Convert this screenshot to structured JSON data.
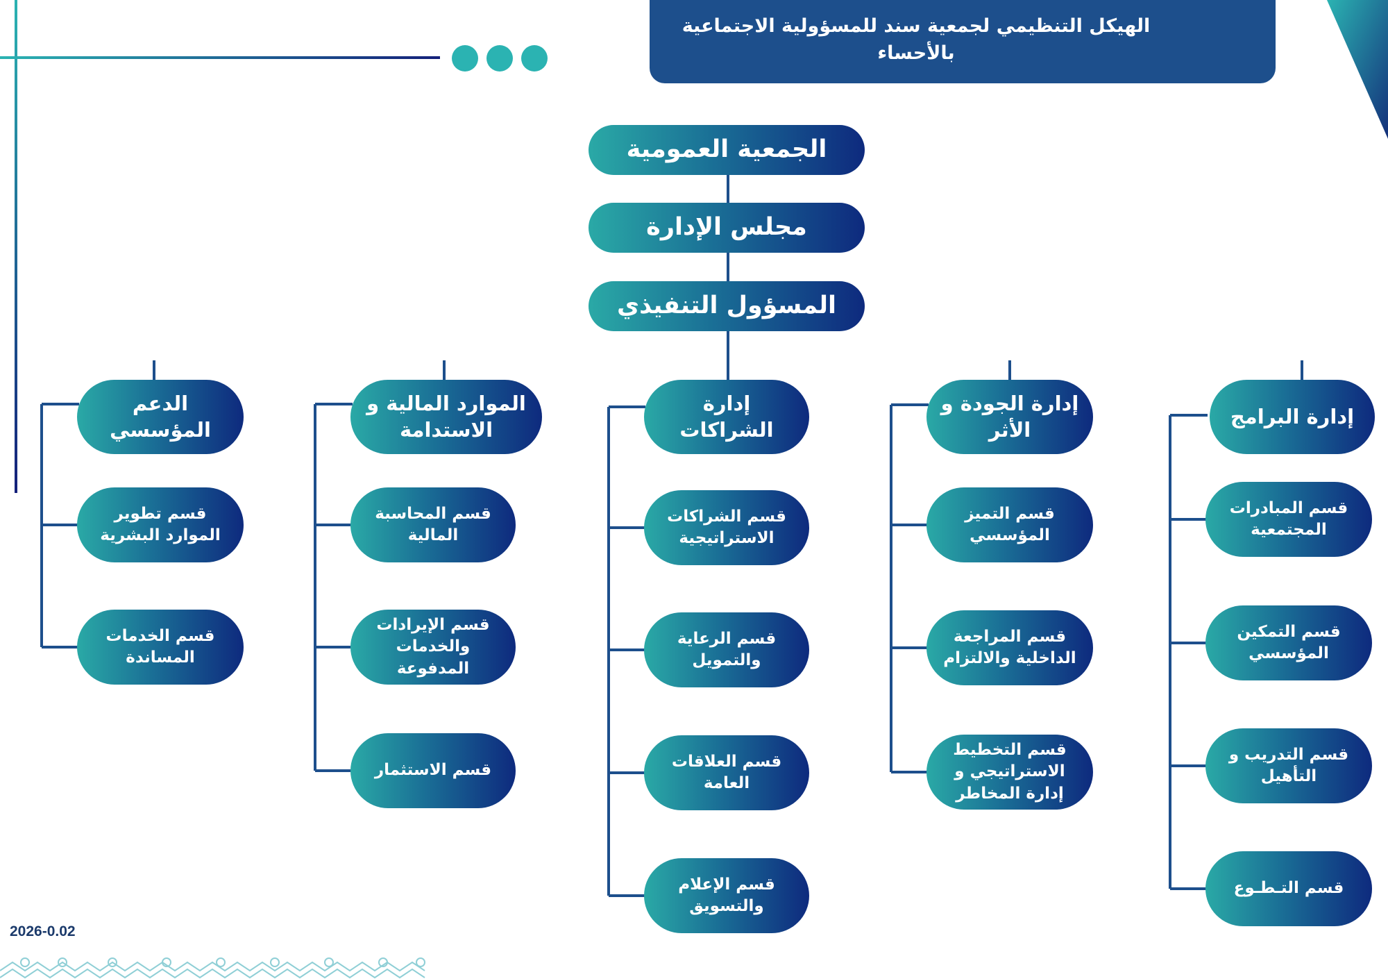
{
  "header": {
    "title": "الهيكل التنظيمي لجمعية سند للمسؤولية الاجتماعية بالأحساء"
  },
  "colors": {
    "node_start": "#2aa9a6",
    "node_end": "#0e2a7e",
    "banner": "#1d4f8c",
    "accent": "#2bb3b2",
    "line": "#1d4f8c"
  },
  "footer": {
    "code": "2026-0.02"
  },
  "top_chain": [
    "الجمعية العمومية",
    "مجلس الإدارة",
    "المسؤول التنفيذي"
  ],
  "departments": [
    {
      "title": "إدارة البرامج",
      "sections": [
        "قسم المبادرات المجتمعية",
        "قسم التمكين المؤسسي",
        "قسم التدريب و التأهيل",
        "قسم التـطـوع"
      ]
    },
    {
      "title": "إدارة الجودة و الأثر",
      "sections": [
        "قسم التميز المؤسسي",
        "قسم المراجعة الداخلية والالتزام",
        "قسم التخطيط الاستراتيجي و إدارة المخاطر"
      ]
    },
    {
      "title": "إدارة الشراكات",
      "sections": [
        "قسم الشراكات الاستراتيجية",
        "قسم الرعاية والتمويل",
        "قسم العلاقات العامة",
        "قسم الإعلام والتسويق"
      ]
    },
    {
      "title": "الموارد المالية و الاستدامة",
      "sections": [
        "قسم المحاسبة المالية",
        "قسم الإيرادات والخدمات المدفوعة",
        "قسم الاستثمار"
      ]
    },
    {
      "title": "الدعم المؤسسي",
      "sections": [
        "قسم تطوير الموارد البشرية",
        "قسم الخدمات المساندة"
      ]
    }
  ],
  "decorations": {
    "logo_icon": "sanad-check-icon",
    "dots_icon": "three-dots"
  }
}
